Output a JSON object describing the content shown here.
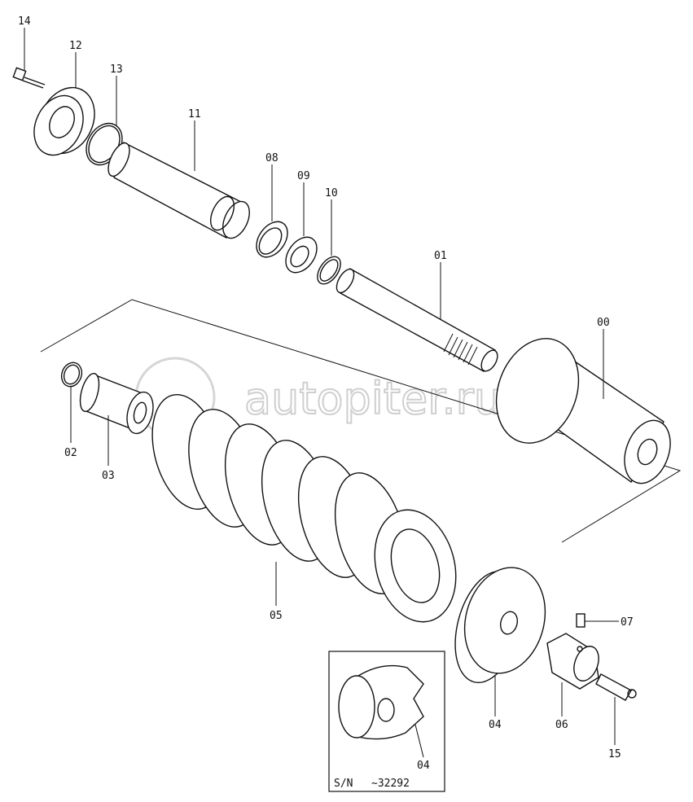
{
  "watermark": "autopiter.ru",
  "labels": {
    "p00": "00",
    "p01": "01",
    "p02": "02",
    "p03": "03",
    "p04a": "04",
    "p04b": "04",
    "p05": "05",
    "p06": "06",
    "p07": "07",
    "p08": "08",
    "p09": "09",
    "p10": "10",
    "p11": "11",
    "p12": "12",
    "p13": "13",
    "p14": "14",
    "p15": "15"
  },
  "inset": {
    "serial_prefix": "S/N",
    "serial_range": "~32292"
  }
}
